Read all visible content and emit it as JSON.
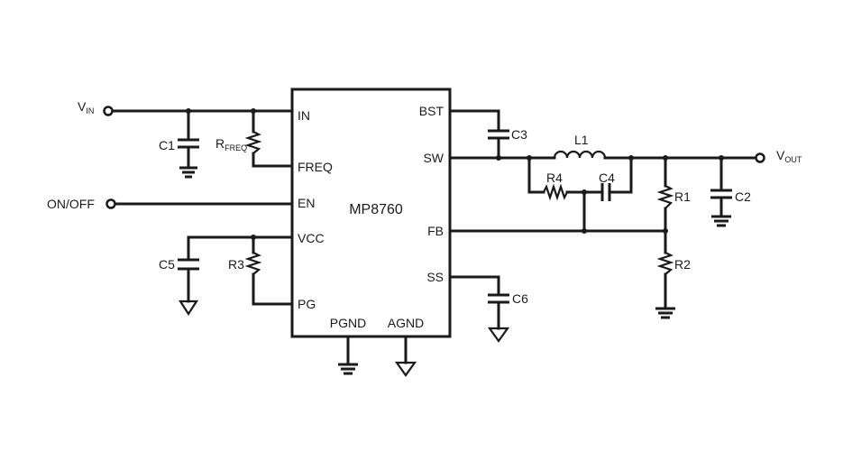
{
  "ic": {
    "name": "MP8760",
    "pins": {
      "in": "IN",
      "freq": "FREQ",
      "en": "EN",
      "vcc": "VCC",
      "pg": "PG",
      "bst": "BST",
      "sw": "SW",
      "fb": "FB",
      "ss": "SS",
      "pgnd": "PGND",
      "agnd": "AGND"
    }
  },
  "labels": {
    "vin_main": "V",
    "vin_sub": "IN",
    "vout_main": "V",
    "vout_sub": "OUT",
    "onoff": "ON/OFF",
    "rfreq_main": "R",
    "rfreq_sub": "FREQ"
  },
  "components": {
    "c1": "C1",
    "c2": "C2",
    "c3": "C3",
    "c4": "C4",
    "c5": "C5",
    "c6": "C6",
    "r1": "R1",
    "r2": "R2",
    "r3": "R3",
    "r4": "R4",
    "l1": "L1"
  }
}
